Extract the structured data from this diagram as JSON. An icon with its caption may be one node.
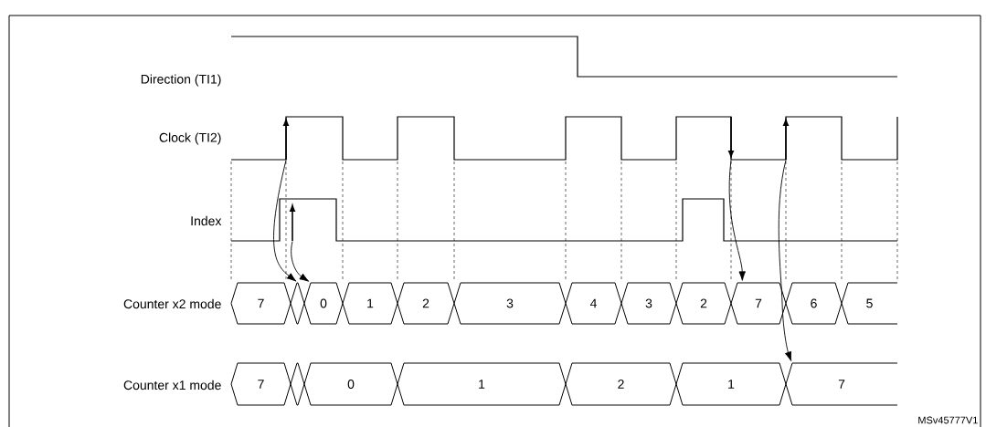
{
  "diagram": {
    "nodes": [
      {
        "text": [],
        "shape": "arrow"
      },
      {
        "text": [],
        "shape": "arrow"
      },
      {
        "text": [],
        "shape": "arrow"
      },
      {
        "text": [],
        "shape": "arrow"
      },
      {
        "text": [
          "7"
        ]
      },
      {
        "text": [],
        "shape": "hexagon"
      },
      {
        "text": [
          "0"
        ]
      },
      {
        "text": [
          "1"
        ]
      },
      {
        "text": [
          "2"
        ]
      },
      {
        "text": [
          "3"
        ]
      },
      {
        "text": [
          "4"
        ]
      },
      {
        "text": [
          "3"
        ]
      },
      {
        "text": [
          "2"
        ]
      },
      {
        "text": [
          "7"
        ]
      },
      {
        "text": [
          "6"
        ]
      },
      {
        "text": [
          "5"
        ]
      },
      {
        "text": [
          "7"
        ]
      },
      {
        "text": [],
        "shape": "hexagon"
      },
      {
        "text": [
          "0"
        ]
      },
      {
        "text": [
          "1"
        ]
      },
      {
        "text": [
          "2"
        ]
      },
      {
        "text": [
          "1"
        ]
      },
      {
        "text": [
          "7"
        ]
      }
    ],
    "edges": [
      {
        "from": 0,
        "to": 5,
        "arrow": "to"
      },
      {
        "from": 3,
        "to": 6,
        "arrow": "to"
      },
      {
        "from": 1,
        "to": 13,
        "arrow": "to"
      },
      {
        "from": 2,
        "to": 22,
        "arrow": "to"
      }
    ],
    "labels": [
      "Direction (TI1)",
      "Clock (TI2)",
      "Index",
      "Counter x2 mode",
      "Counter x1 mode",
      "MSv45777V1"
    ]
  }
}
